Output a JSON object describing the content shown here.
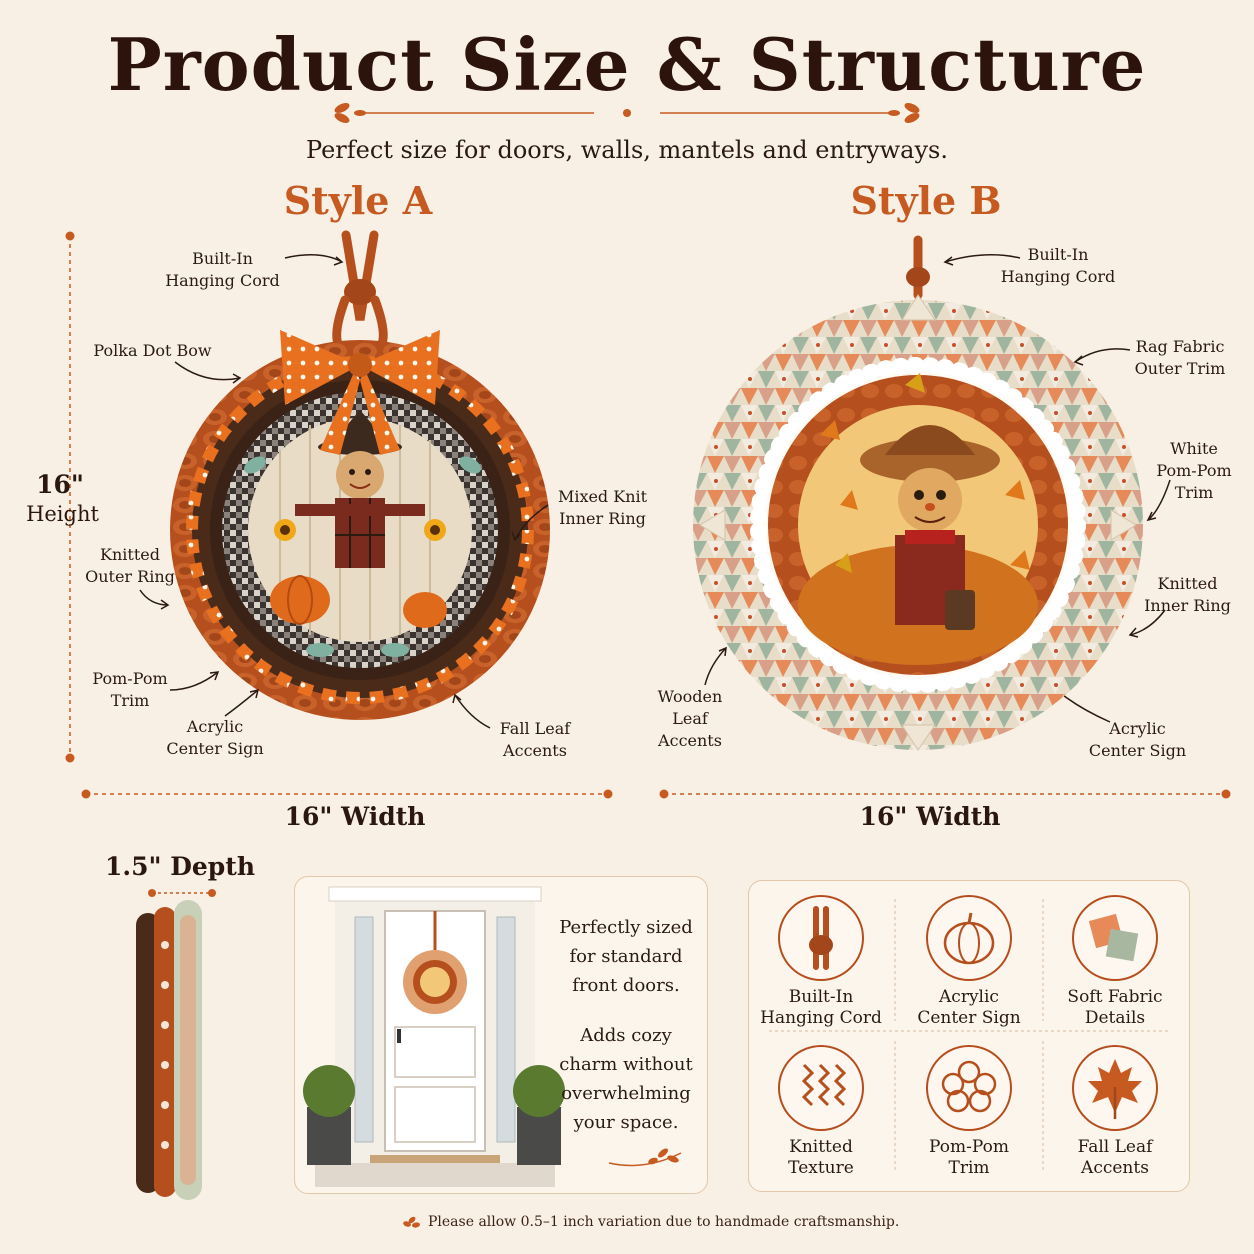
{
  "title": "Product Size & Structure",
  "subtitle": "Perfect size for doors, walls, mantels and entryways.",
  "style_a": {
    "heading": "Style A",
    "labels": {
      "hanging_cord": "Built-In\nHanging Cord",
      "bow": "Polka Dot Bow",
      "mixed_knit": "Mixed Knit\nInner Ring",
      "outer_ring": "Knitted\nOuter Ring",
      "pompom": "Pom-Pom\nTrim",
      "acrylic": "Acrylic\nCenter Sign",
      "leaf": "Fall Leaf\nAccents"
    },
    "height_value": "16\"",
    "height_label": "Height",
    "width": "16\" Width"
  },
  "style_b": {
    "heading": "Style B",
    "labels": {
      "hanging_cord": "Built-In\nHanging Cord",
      "rag": "Rag Fabric\nOuter Trim",
      "white_pompom": "White\nPom-Pom\nTrim",
      "knitted_inner": "Knitted\nInner Ring",
      "wooden": "Wooden\nLeaf\nAccents",
      "acrylic": "Acrylic\nCenter Sign"
    },
    "width": "16\" Width"
  },
  "depth": "1.5\" Depth",
  "door_panel": {
    "text1": "Perfectly sized\nfor standard\nfront doors.",
    "text2": "Adds cozy\ncharm without\noverwhelming\nyour space."
  },
  "features": [
    {
      "label": "Built-In\nHanging Cord",
      "icon": "hanging-cord-icon"
    },
    {
      "label": "Acrylic\nCenter Sign",
      "icon": "pumpkin-icon"
    },
    {
      "label": "Soft Fabric\nDetails",
      "icon": "fabric-swatch-icon"
    },
    {
      "label": "Knitted\nTexture",
      "icon": "knit-icon"
    },
    {
      "label": "Pom-Pom\nTrim",
      "icon": "pompom-icon"
    },
    {
      "label": "Fall Leaf\nAccents",
      "icon": "maple-leaf-icon"
    }
  ],
  "footnote": "Please allow 0.5–1 inch variation due to handmade craftsmanship.",
  "colors": {
    "accent": "#c65a20",
    "dark_brown": "#2c140c",
    "background": "#f8f0e4",
    "knit_orange": "#b5501e"
  }
}
